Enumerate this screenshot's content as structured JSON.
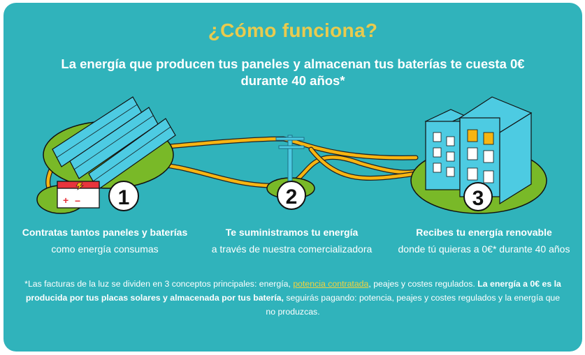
{
  "header": {
    "title": "¿Cómo funciona?",
    "subtitle_line1": "La energía que producen tus paneles y almacenan tus baterías te cuesta 0€",
    "subtitle_line2": "durante 40 años*"
  },
  "colors": {
    "background": "#30b3bb",
    "title": "#e9cb4e",
    "link": "#f3d23c",
    "grass": "#79b928",
    "cable": "#f7b512",
    "panel": "#4dcbe2",
    "battery_red": "#e8343c",
    "window_lit": "#f7b512"
  },
  "steps": [
    {
      "number": "1",
      "icon": "solar-panels-battery",
      "heading": "Contratas tantos paneles y baterías",
      "text": "como energía consumas"
    },
    {
      "number": "2",
      "icon": "power-pole",
      "heading": "Te suministramos tu energía",
      "text": "a través de nuestra comercializadora"
    },
    {
      "number": "3",
      "icon": "buildings",
      "heading": "Recibes tu energía renovable",
      "text": "donde tú quieras a 0€* durante 40 años"
    }
  ],
  "footnote": {
    "part1": "*Las facturas de la luz se dividen en 3 conceptos principales: energía, ",
    "link": "potencia contratada",
    "part2": ", peajes y costes regulados. ",
    "bold": "La energía a 0€ es la producida por tus placas solares y almacenada por tus batería,",
    "part3": " seguirás pagando: potencia, peajes y costes regulados y la energía que no produzcas."
  }
}
